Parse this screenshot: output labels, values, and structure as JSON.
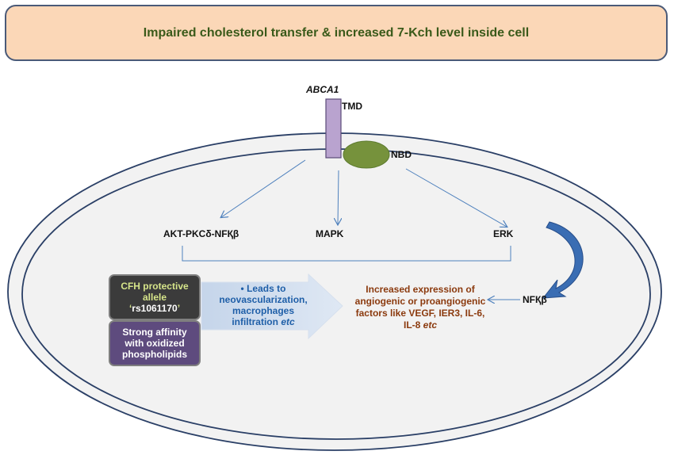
{
  "header": {
    "title": "Impaired cholesterol transfer & increased 7-Kch level inside cell"
  },
  "receptor": {
    "name": "ABCA1",
    "tmd_label": "TMD",
    "nbd_label": "NBD"
  },
  "pathways": {
    "akt": "AKT-PKCδ-NFҚβ",
    "mapk": "MAPK",
    "erk": "ERK",
    "nfkb": "NFҚβ"
  },
  "cfh": {
    "line1": "CFH protective",
    "line2": "allele",
    "rs": "rs1061170",
    "quote_open": "‘",
    "quote_close": "’"
  },
  "affinity": {
    "line1": "Strong affinity",
    "line2": "with oxidized",
    "line3": "phospholipids"
  },
  "leads": {
    "bullet": "•",
    "line1": "Leads to",
    "line2": "neovascularization,",
    "line3": "macrophages",
    "line4": "infiltration",
    "etc": "etc"
  },
  "result": {
    "line1": "Increased expression of",
    "line2": "angiogenic or proangiogenic",
    "line3": "factors like VEGF, IER3, IL-6,",
    "line4": "IL-8",
    "etc": "etc"
  },
  "colors": {
    "banner_fill": "#fbd7b7",
    "banner_text": "#3a5a1a",
    "tmd_fill": "#b9a3cf",
    "nbd_fill": "#76923c",
    "arrow": "#4f81bd",
    "curved_arrow": "#3a6db3",
    "cfh_box": "#3b3b3b",
    "affinity_box": "#5e4b7e",
    "result_text": "#8b3a0e",
    "leads_text": "#1f5fa8"
  }
}
